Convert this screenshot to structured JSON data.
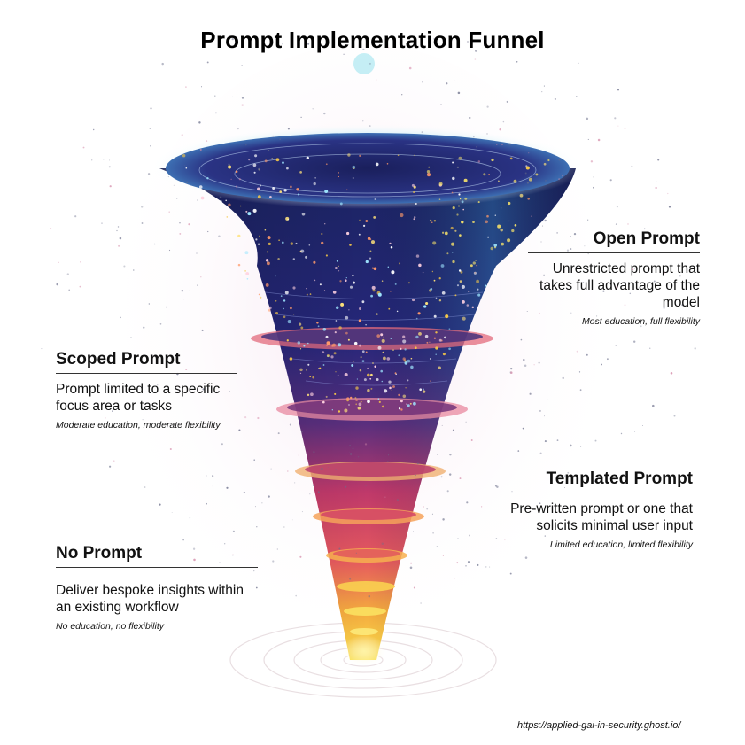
{
  "title": "Prompt Implementation Funnel",
  "stages": {
    "open": {
      "title": "Open Prompt",
      "description": "Unrestricted prompt that takes full advantage of the model",
      "note": "Most education, full flexibility"
    },
    "scoped": {
      "title": "Scoped Prompt",
      "description": "Prompt limited to a specific focus area or tasks",
      "note": "Moderate education, moderate flexibility"
    },
    "templated": {
      "title": "Templated Prompt",
      "description": "Pre-written prompt or one that solicits minimal user input",
      "note": "Limited education, limited flexibility"
    },
    "none": {
      "title": "No Prompt",
      "description": "Deliver bespoke insights within an existing workflow",
      "note": "No education, no flexibility"
    }
  },
  "source_url": "https://applied-gai-in-security.ghost.io/",
  "colors": {
    "funnel_top": "#1e2a6e",
    "funnel_mid": "#c2386b",
    "funnel_bottom": "#f7d742",
    "rim_glow": "#5ec8e0"
  }
}
